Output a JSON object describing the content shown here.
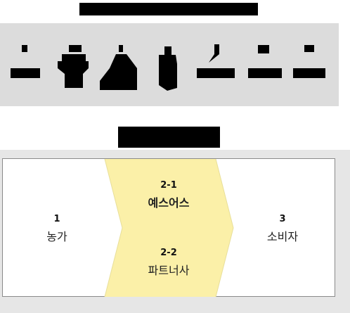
{
  "diagram": {
    "stages": [
      {
        "number": "1",
        "label": "농가"
      },
      {
        "number": "2-1",
        "label": "예스어스"
      },
      {
        "number": "2-2",
        "label": "파트너사"
      },
      {
        "number": "3",
        "label": "소비자"
      }
    ],
    "highlight_color": "#fbf0a8",
    "icons": [
      "carrot-icon",
      "apple-icon",
      "shrub-icon",
      "bottle-icon",
      "tray-icon",
      "tray-icon",
      "tray-icon"
    ]
  }
}
